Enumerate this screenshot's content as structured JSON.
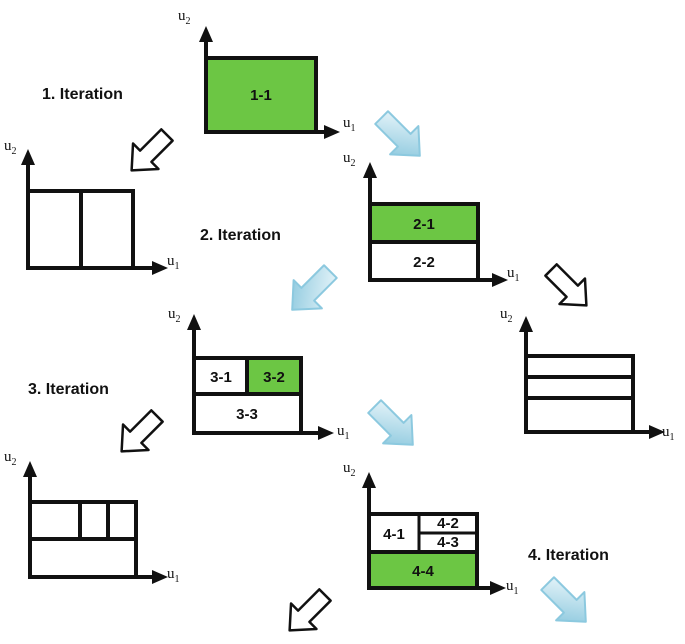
{
  "colors": {
    "highlight": "#6cc644",
    "stroke": "#111111",
    "arrow_blue_light": "#eaf6fb",
    "arrow_blue_dark": "#8cc9df"
  },
  "axes": {
    "x_label": "u",
    "x_sub": "1",
    "y_label": "u",
    "y_sub": "2"
  },
  "iterations": [
    {
      "label": "1. Iteration"
    },
    {
      "label": "2. Iteration"
    },
    {
      "label": "3. Iteration"
    },
    {
      "label": "4. Iteration"
    }
  ],
  "cells": {
    "c1_1": "1-1",
    "c2_1": "2-1",
    "c2_2": "2-2",
    "c3_1": "3-1",
    "c3_2": "3-2",
    "c3_3": "3-3",
    "c4_1": "4-1",
    "c4_2": "4-2",
    "c4_3": "4-3",
    "c4_4": "4-4"
  },
  "highlighted_cells": [
    "1-1",
    "2-1",
    "3-2",
    "4-4"
  ]
}
